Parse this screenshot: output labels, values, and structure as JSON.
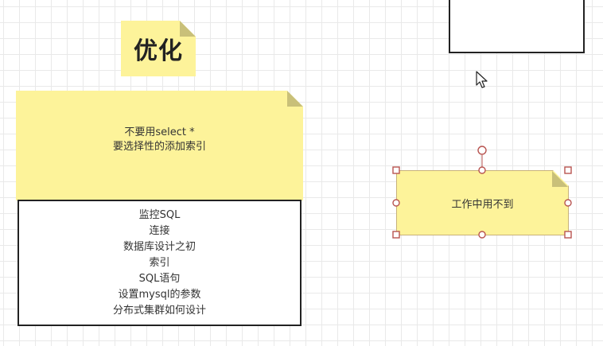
{
  "title_note": {
    "text": "优化"
  },
  "top_note": {
    "lines": [
      "不要用select *",
      "要选择性的添加索引"
    ]
  },
  "list_box": {
    "items": [
      "监控SQL",
      "连接",
      "数据库设计之初",
      "索引",
      "SQL语句",
      "设置mysql的参数",
      "分布式集群如何设计"
    ]
  },
  "selected_note": {
    "text": "工作中用不到"
  },
  "colors": {
    "note_fill": "#fdf39a",
    "note_fold": "#c9c079",
    "selection_handle": "#b85450",
    "box_border": "#222222",
    "grid_line": "#e9e9e9"
  },
  "icons": {
    "cursor": "mouse-pointer-icon",
    "rotate": "rotate-handle-icon"
  }
}
